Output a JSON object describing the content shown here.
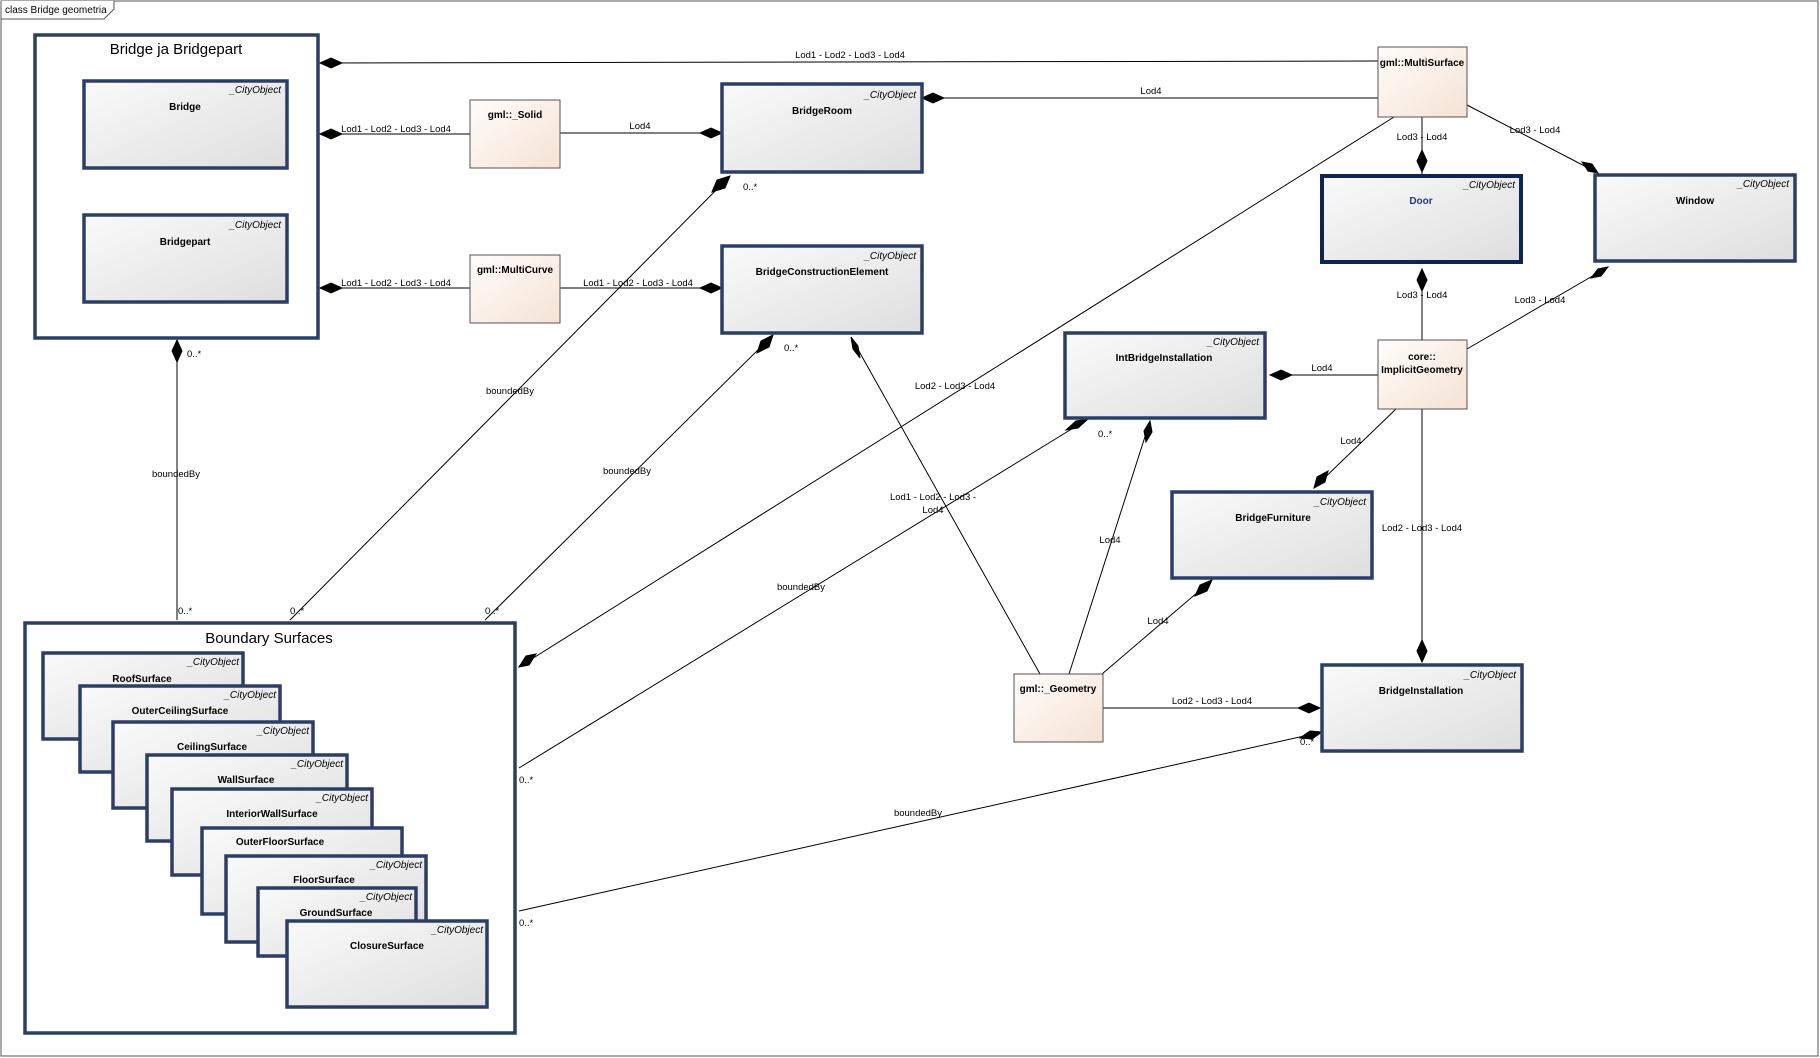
{
  "frame": {
    "title": "class Bridge geometria"
  },
  "stereotype": "_CityObject",
  "packages": {
    "bridge": {
      "title": "Bridge ja Bridgepart"
    },
    "boundary": {
      "title": "Boundary Surfaces"
    }
  },
  "classes": {
    "bridge": "Bridge",
    "bridgepart": "Bridgepart",
    "bridge_room": "BridgeRoom",
    "bridge_construction_element": "BridgeConstructionElement",
    "door": "Door",
    "window": "Window",
    "int_bridge_installation": "IntBridgeInstallation",
    "bridge_furniture": "BridgeFurniture",
    "bridge_installation": "BridgeInstallation",
    "roof_surface": "RoofSurface",
    "outer_ceiling_surface": "OuterCeilingSurface",
    "ceiling_surface": "CeilingSurface",
    "wall_surface": "WallSurface",
    "interior_wall_surface": "InteriorWallSurface",
    "outer_floor_surface": "OuterFloorSurface",
    "floor_surface": "FloorSurface",
    "ground_surface": "GroundSurface",
    "closure_surface": "ClosureSurface"
  },
  "geometry_types": {
    "solid": "gml::_Solid",
    "multi_curve": "gml::MultiCurve",
    "multi_surface": "gml::MultiSurface",
    "implicit_line1": "core::",
    "implicit_line2": "ImplicitGeometry",
    "geometry": "gml::_Geometry"
  },
  "labels": {
    "lod1234": "Lod1 - Lod2 - Lod3 - Lod4",
    "lod4": "Lod4",
    "lod34": "Lod3 - Lod4",
    "lod234": "Lod2 - Lod3 - Lod4",
    "lod123_part1": "Lod1 - Lod2 - Lod3 -",
    "lod123_part2": "Lod4",
    "bounded_by": "boundedBy",
    "mult_many": "0..*"
  }
}
